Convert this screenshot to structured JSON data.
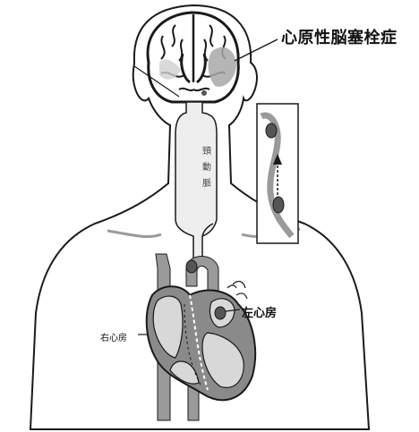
{
  "labels": {
    "title": "心原性脳塞栓症",
    "left_atrium": "左心房",
    "right_atrium": "右心房",
    "artery_chars": [
      "頸",
      "動",
      "脈"
    ]
  },
  "colors": {
    "outline": "#1a1a1a",
    "body_fill": "#ffffff",
    "artery_fill": "#eeeeee",
    "vessel": "#9a9a9a",
    "heart_wall": "#8a8a8a",
    "chamber": "#d8d8d8",
    "clot": "#555555",
    "infarct": "#a8a8a8"
  }
}
